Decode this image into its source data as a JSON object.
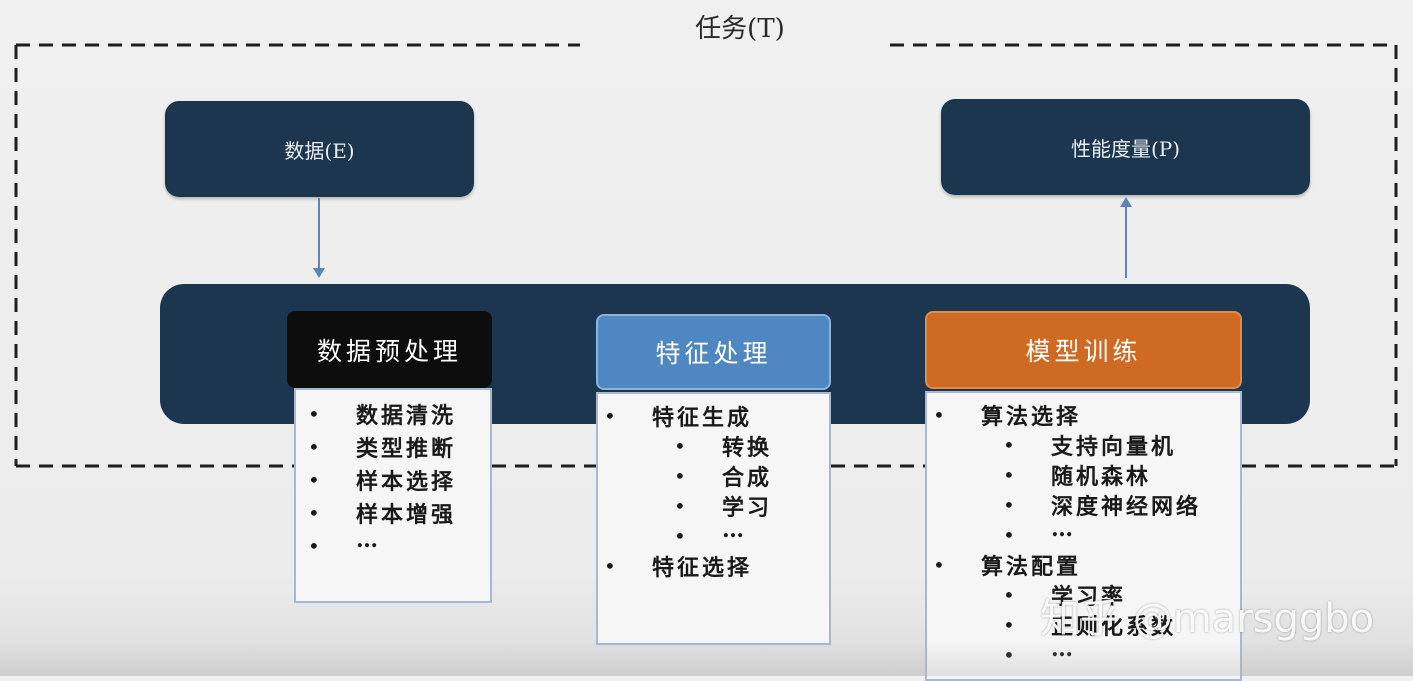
{
  "task": {
    "title": "任务(T)"
  },
  "data_box": {
    "label": "数据(E)"
  },
  "performance_box": {
    "label": "性能度量(P)"
  },
  "stages": {
    "preprocess": {
      "title": "数据预处理",
      "items": [
        "数据清洗",
        "类型推断",
        "样本选择",
        "样本增强",
        "…"
      ]
    },
    "feature": {
      "title": "特征处理",
      "generate": "特征生成",
      "generate_sub": [
        "转换",
        "合成",
        "学习",
        "…"
      ],
      "select": "特征选择"
    },
    "model": {
      "title": "模型训练",
      "algo_select": "算法选择",
      "algo_select_sub": [
        "支持向量机",
        "随机森林",
        "深度神经网络",
        "…"
      ],
      "algo_config": "算法配置",
      "algo_config_sub": [
        "学习率",
        "正则化系数",
        "…"
      ]
    }
  },
  "watermark": "知乎 @marsggbo",
  "colors": {
    "navy": "#1c3650",
    "stage_pre": "#0d0d0d",
    "stage_feat": "#4f87c2",
    "stage_model": "#cf6a23",
    "arrow": "#5b86b8"
  }
}
